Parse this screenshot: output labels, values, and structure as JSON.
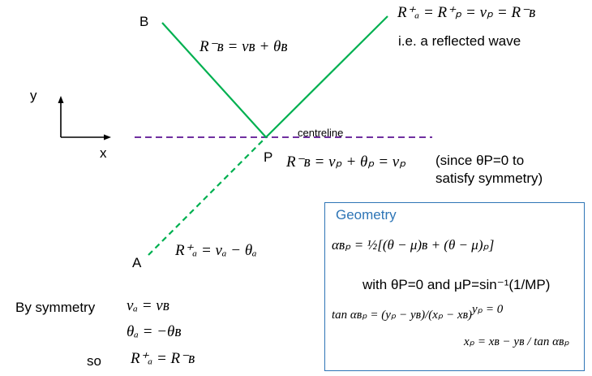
{
  "points": {
    "B": "B",
    "A": "A",
    "P": "P",
    "y_axis": "y",
    "x_axis": "x"
  },
  "centreline_label": "centreline",
  "equations": {
    "reflected": "R⁺ₐ = R⁺ₚ = νₚ = R⁻ʙ",
    "reflected_note": "i.e. a reflected wave",
    "rb_minus_B": "R⁻ʙ = νʙ + θʙ",
    "rb_minus_P": "R⁻ʙ = νₚ + θₚ = νₚ",
    "since_line1": "(since θP=0 to",
    "since_line2": "satisfy symmetry)",
    "ra_plus_A": "R⁺ₐ = νₐ − θₐ"
  },
  "symmetry": {
    "label": "By symmetry",
    "eq1": "νₐ = νʙ",
    "eq2": "θₐ = −θʙ",
    "so_label": "so",
    "eq3": "R⁺ₐ = R⁻ʙ"
  },
  "geometry": {
    "title": "Geometry",
    "alpha_eq": "αʙₚ = ½[(θ − μ)ʙ + (θ − μ)ₚ]",
    "with_line": "with θP=0 and μP=sin⁻¹(1/MP)",
    "tan_eq": "tan αʙₚ = (yₚ − yʙ)/(xₚ − xʙ)",
    "yp_eq": "yₚ = 0",
    "xp_eq": "xₚ = xʙ − yʙ / tan αʙₚ"
  },
  "colors": {
    "green": "#00b050",
    "purple": "#7030a0",
    "blue": "#2e75b6"
  }
}
